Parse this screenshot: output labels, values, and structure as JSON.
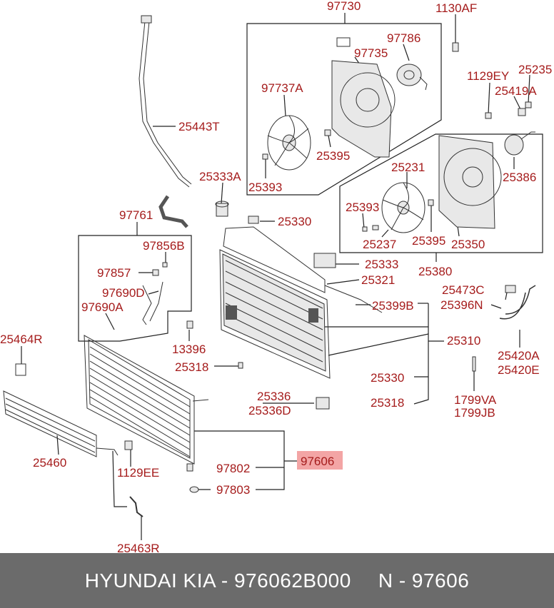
{
  "diagram": {
    "labels": [
      {
        "id": "97730",
        "text": "97730"
      },
      {
        "id": "1130AF",
        "text": "1130AF"
      },
      {
        "id": "97786",
        "text": "97786"
      },
      {
        "id": "97735",
        "text": "97735"
      },
      {
        "id": "97737A",
        "text": "97737A"
      },
      {
        "id": "25443T",
        "text": "25443T"
      },
      {
        "id": "1129EY",
        "text": "1129EY"
      },
      {
        "id": "25235",
        "text": "25235"
      },
      {
        "id": "25419A",
        "text": "25419A"
      },
      {
        "id": "25395a",
        "text": "25395"
      },
      {
        "id": "25393a",
        "text": "25393"
      },
      {
        "id": "25333A",
        "text": "25333A"
      },
      {
        "id": "25231",
        "text": "25231"
      },
      {
        "id": "25386",
        "text": "25386"
      },
      {
        "id": "97761",
        "text": "97761"
      },
      {
        "id": "25330a",
        "text": "25330"
      },
      {
        "id": "25393b",
        "text": "25393"
      },
      {
        "id": "97856B",
        "text": "97856B"
      },
      {
        "id": "25237",
        "text": "25237"
      },
      {
        "id": "25395b",
        "text": "25395"
      },
      {
        "id": "25350",
        "text": "25350"
      },
      {
        "id": "25333",
        "text": "25333"
      },
      {
        "id": "97857",
        "text": "97857"
      },
      {
        "id": "25380",
        "text": "25380"
      },
      {
        "id": "25321",
        "text": "25321"
      },
      {
        "id": "97690D",
        "text": "97690D"
      },
      {
        "id": "25473C",
        "text": "25473C"
      },
      {
        "id": "97690A",
        "text": "97690A"
      },
      {
        "id": "25399B",
        "text": "25399B"
      },
      {
        "id": "25396N",
        "text": "25396N"
      },
      {
        "id": "25464R",
        "text": "25464R"
      },
      {
        "id": "25310",
        "text": "25310"
      },
      {
        "id": "13396",
        "text": "13396"
      },
      {
        "id": "25420A",
        "text": "25420A"
      },
      {
        "id": "25318a",
        "text": "25318"
      },
      {
        "id": "25420E",
        "text": "25420E"
      },
      {
        "id": "25330b",
        "text": "25330"
      },
      {
        "id": "25336",
        "text": "25336"
      },
      {
        "id": "1799VA",
        "text": "1799VA"
      },
      {
        "id": "25336D",
        "text": "25336D"
      },
      {
        "id": "25318b",
        "text": "25318"
      },
      {
        "id": "1799JB",
        "text": "1799JB"
      },
      {
        "id": "97606",
        "text": "97606"
      },
      {
        "id": "25460",
        "text": "25460"
      },
      {
        "id": "97802",
        "text": "97802"
      },
      {
        "id": "1129EE",
        "text": "1129EE"
      },
      {
        "id": "97803",
        "text": "97803"
      },
      {
        "id": "25463R",
        "text": "25463R"
      }
    ],
    "highlight_color": "#f3a5a5",
    "label_color": "#a51c1c"
  },
  "footer": {
    "brand_part": "HYUNDAI KIA - 976062B000",
    "ref": "N - 97606"
  }
}
